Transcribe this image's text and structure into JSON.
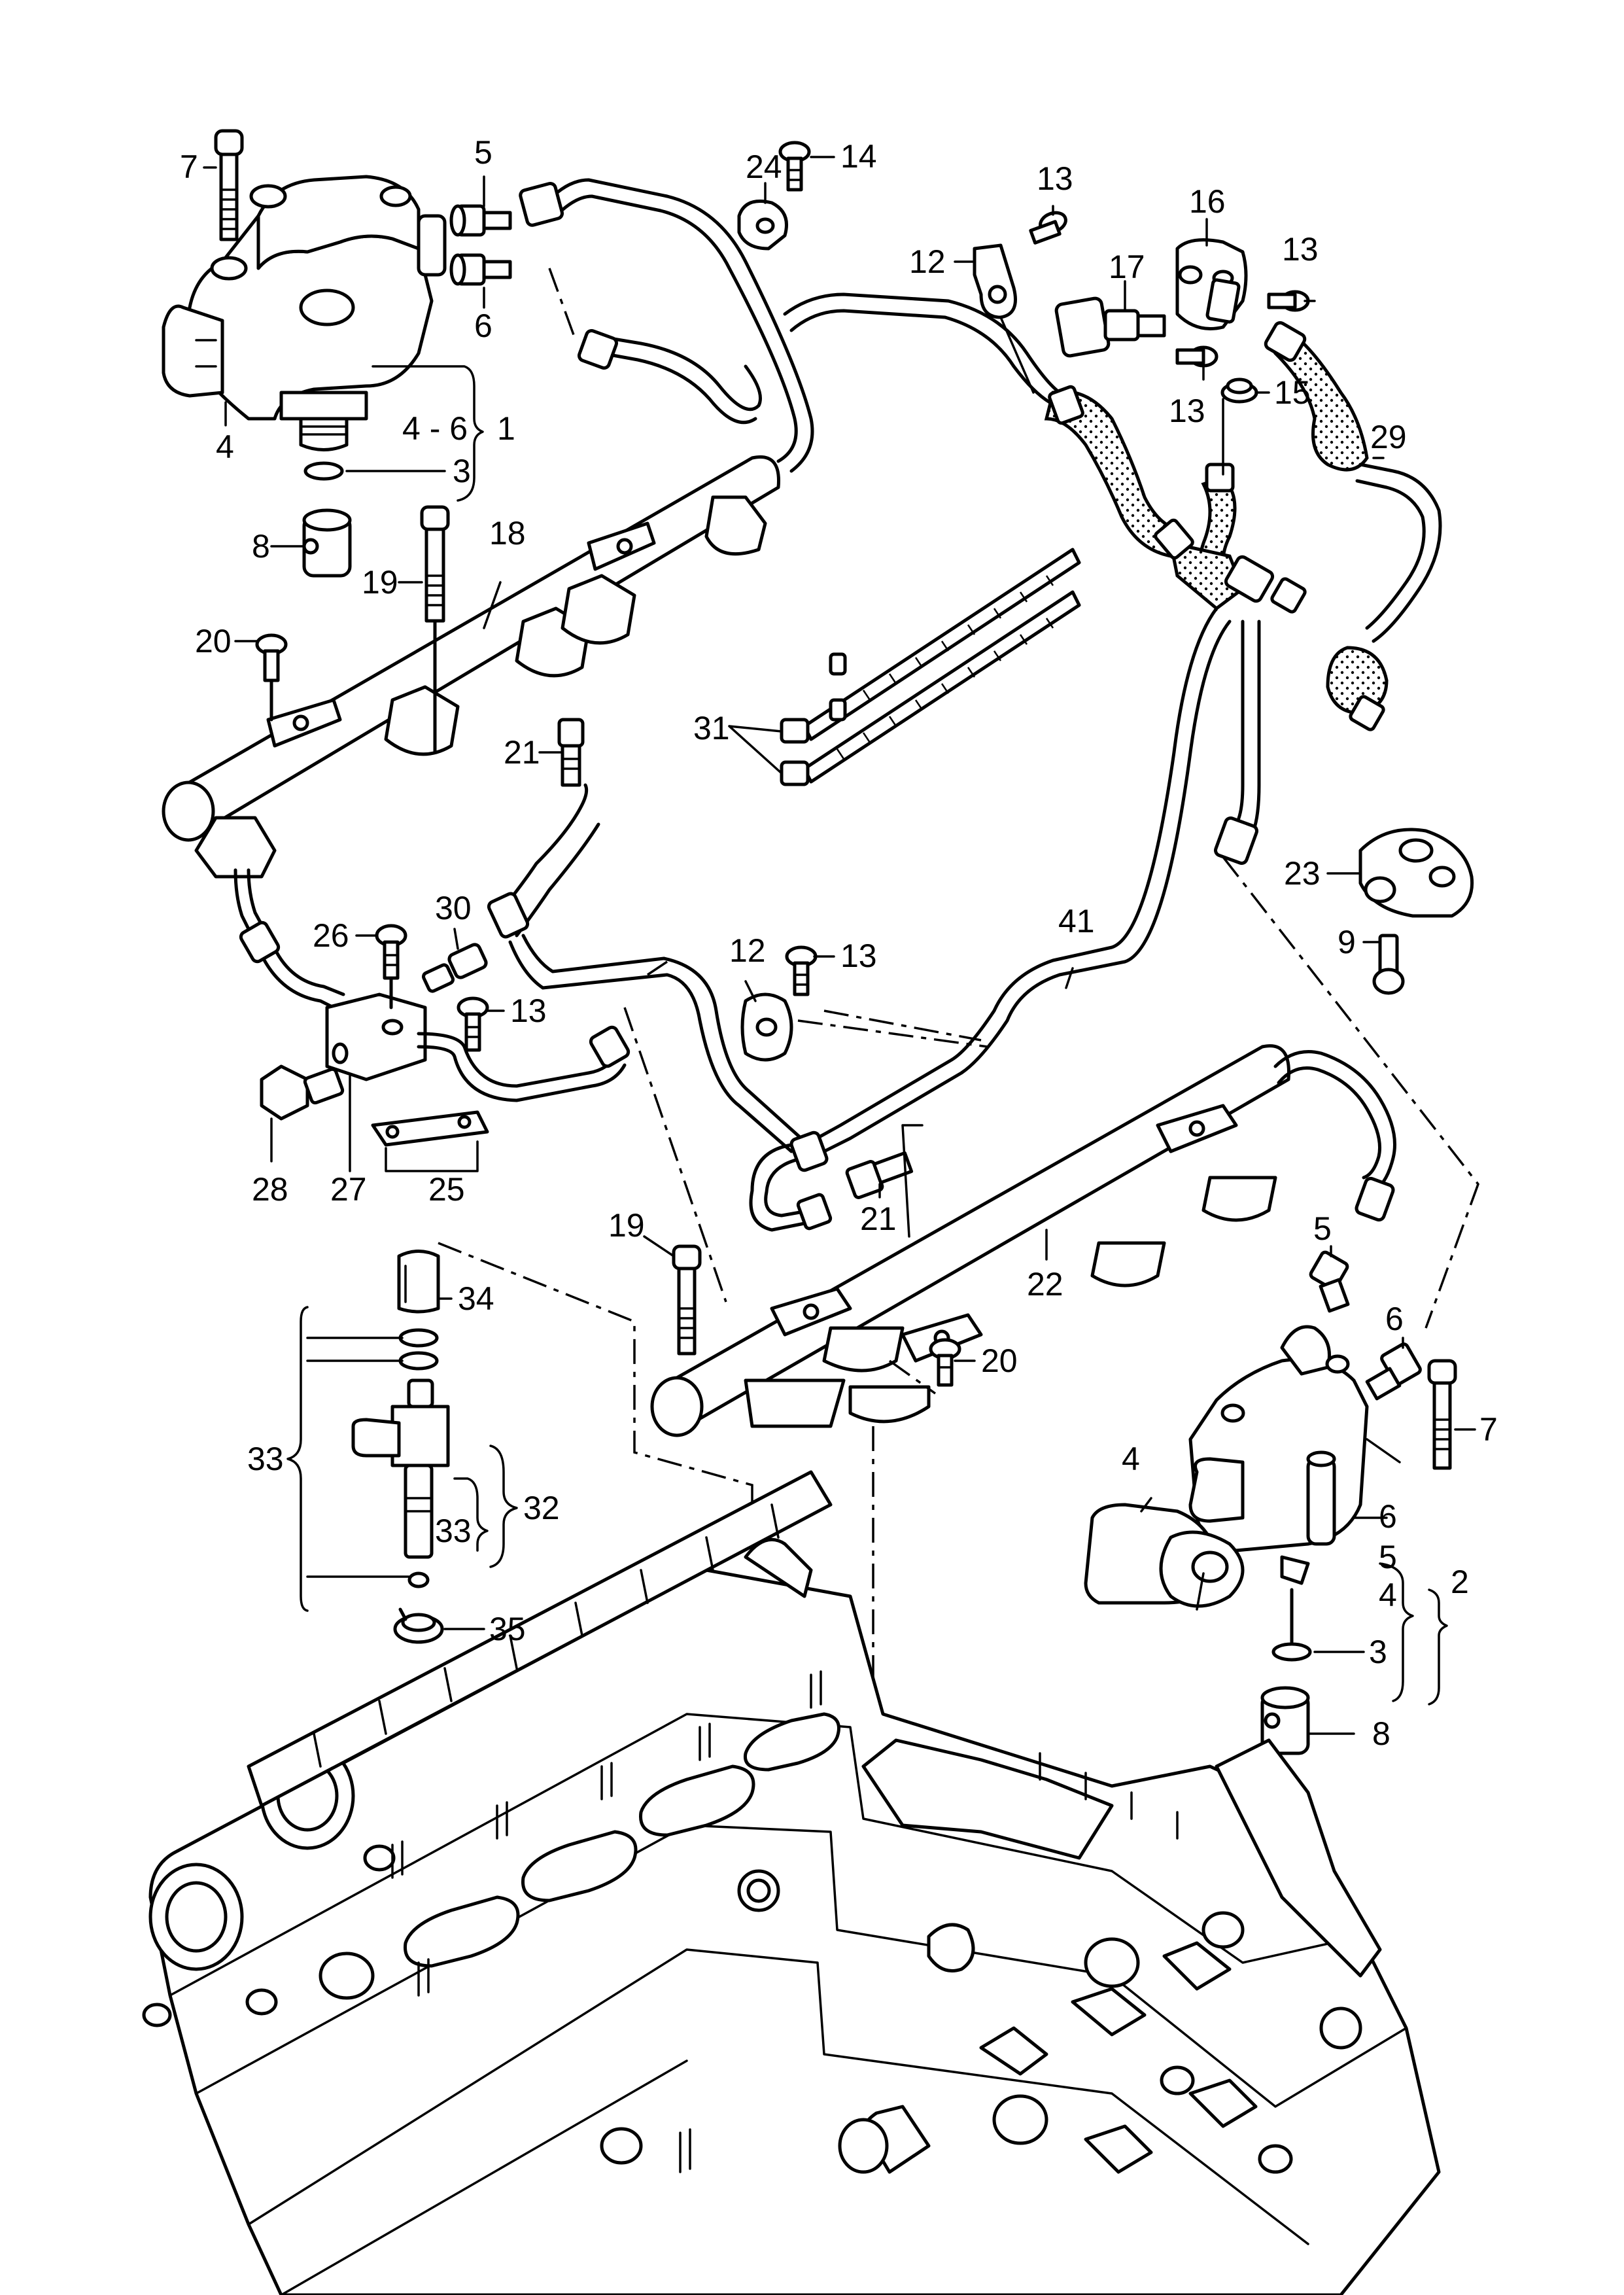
{
  "callouts": [
    {
      "text": "7",
      "key": "7a"
    },
    {
      "text": "5",
      "key": "5a"
    },
    {
      "text": "6",
      "key": "6a"
    },
    {
      "text": "4",
      "key": "4a"
    },
    {
      "text": "4 - 6",
      "key": "4-6"
    },
    {
      "text": "1",
      "key": "1"
    },
    {
      "text": "3",
      "key": "3a"
    },
    {
      "text": "8",
      "key": "8a"
    },
    {
      "text": "24",
      "key": "24"
    },
    {
      "text": "14",
      "key": "14"
    },
    {
      "text": "13",
      "key": "13a"
    },
    {
      "text": "12",
      "key": "12a"
    },
    {
      "text": "17",
      "key": "17"
    },
    {
      "text": "16",
      "key": "16"
    },
    {
      "text": "13",
      "key": "13b"
    },
    {
      "text": "13",
      "key": "13c"
    },
    {
      "text": "15",
      "key": "15"
    },
    {
      "text": "29",
      "key": "29"
    },
    {
      "text": "18",
      "key": "18"
    },
    {
      "text": "19",
      "key": "19a"
    },
    {
      "text": "20",
      "key": "20a"
    },
    {
      "text": "31",
      "key": "31"
    },
    {
      "text": "21",
      "key": "21a"
    },
    {
      "text": "23",
      "key": "23"
    },
    {
      "text": "9",
      "key": "9"
    },
    {
      "text": "26",
      "key": "26"
    },
    {
      "text": "30",
      "key": "30"
    },
    {
      "text": "13",
      "key": "13d"
    },
    {
      "text": "12",
      "key": "12b"
    },
    {
      "text": "13",
      "key": "13e"
    },
    {
      "text": "41",
      "key": "41"
    },
    {
      "text": "28",
      "key": "28"
    },
    {
      "text": "27",
      "key": "27"
    },
    {
      "text": "25",
      "key": "25"
    },
    {
      "text": "21",
      "key": "21b"
    },
    {
      "text": "19",
      "key": "19b"
    },
    {
      "text": "22",
      "key": "22"
    },
    {
      "text": "5",
      "key": "5b"
    },
    {
      "text": "34",
      "key": "34"
    },
    {
      "text": "20",
      "key": "20b"
    },
    {
      "text": "6",
      "key": "6b"
    },
    {
      "text": "7",
      "key": "7b"
    },
    {
      "text": "33",
      "key": "33a"
    },
    {
      "text": "32",
      "key": "32"
    },
    {
      "text": "33",
      "key": "33b"
    },
    {
      "text": "4",
      "key": "4b"
    },
    {
      "text": "6",
      "key": "6c"
    },
    {
      "text": "5",
      "key": "5c"
    },
    {
      "text": "4",
      "key": "4c"
    },
    {
      "text": "2",
      "key": "2"
    },
    {
      "text": "35",
      "key": "35"
    },
    {
      "text": "3",
      "key": "3b"
    },
    {
      "text": "8",
      "key": "8b"
    }
  ]
}
